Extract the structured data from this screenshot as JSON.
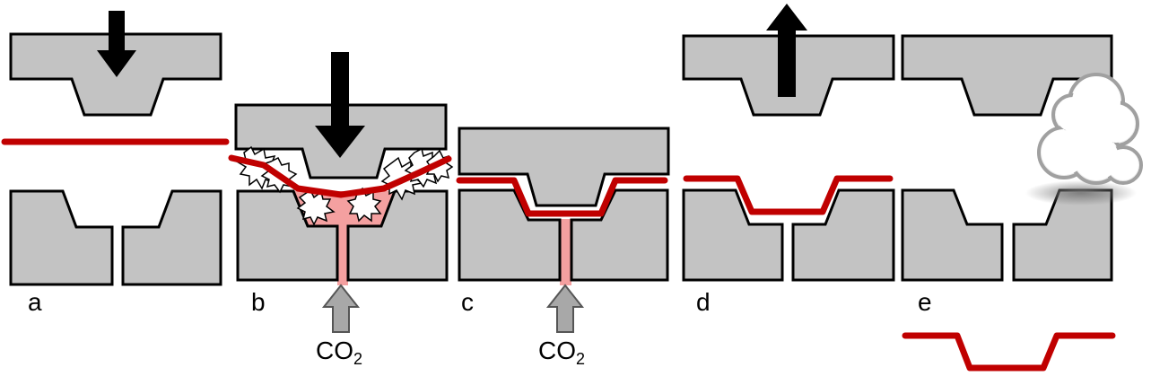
{
  "stages": [
    {
      "id": "a",
      "label": "a",
      "gas_label": ""
    },
    {
      "id": "b",
      "label": "b",
      "gas_label": "CO",
      "gas_subscript": "2"
    },
    {
      "id": "c",
      "label": "c",
      "gas_label": "CO",
      "gas_subscript": "2"
    },
    {
      "id": "d",
      "label": "d",
      "gas_label": ""
    },
    {
      "id": "e",
      "label": "e",
      "gas_label": ""
    }
  ],
  "icons": {
    "press_down": "down-arrow-icon",
    "press_up": "up-arrow-icon",
    "gas_inlet": "hollow-up-arrow-icon",
    "release": "cloud-icon",
    "tissue_stress": "starburst-icon"
  },
  "colors": {
    "mold": "#c3c3c3",
    "film": "#c00000",
    "gas": "#f4a0a0",
    "outline": "#000000"
  }
}
